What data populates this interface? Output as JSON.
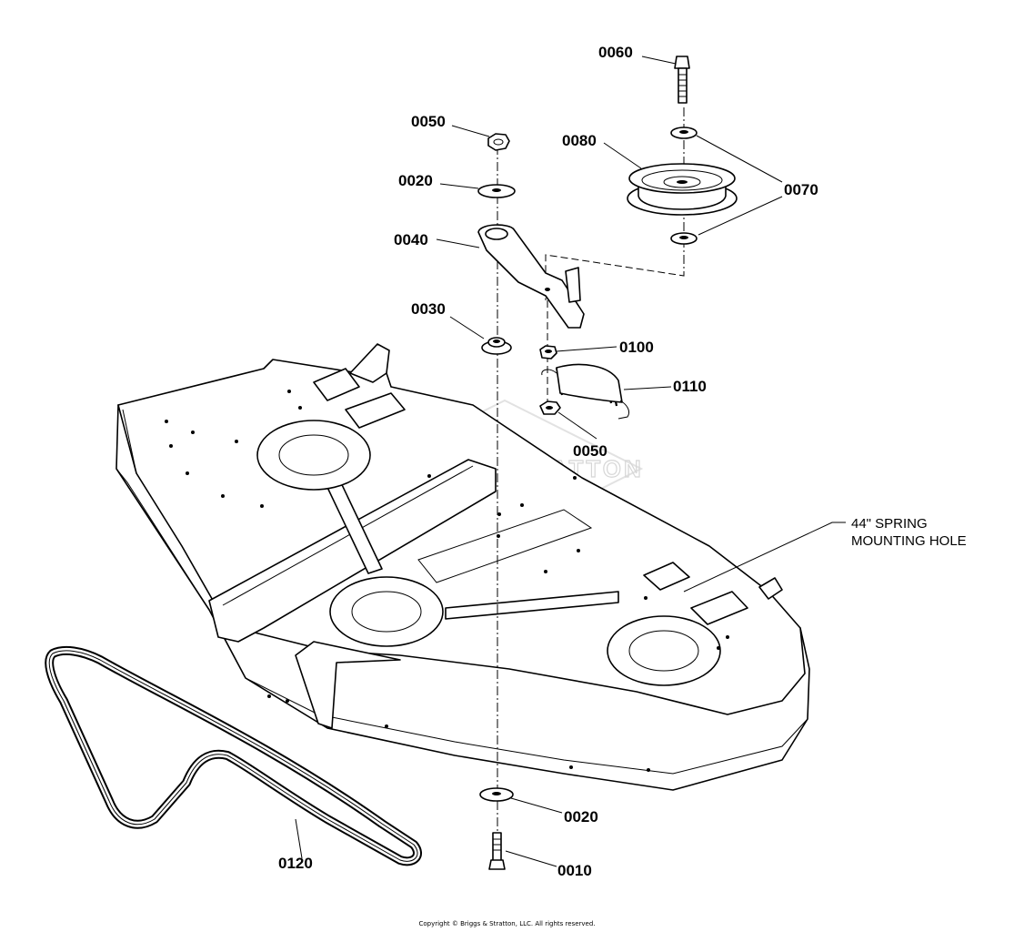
{
  "labels": {
    "p0060": "0060",
    "p0050_top": "0050",
    "p0080": "0080",
    "p0020_top": "0020",
    "p0070": "0070",
    "p0040": "0040",
    "p0030": "0030",
    "p0100": "0100",
    "p0110": "0110",
    "p0050_bottom": "0050",
    "p0020_bottom": "0020",
    "p0120": "0120",
    "p0010": "0010"
  },
  "note": {
    "line1": "44\" SPRING",
    "line2": "MOUNTING HOLE"
  },
  "watermark": "BRIGGS&STRATTON",
  "copyright": "Copyright © Briggs & Stratton, LLC. All rights reserved."
}
